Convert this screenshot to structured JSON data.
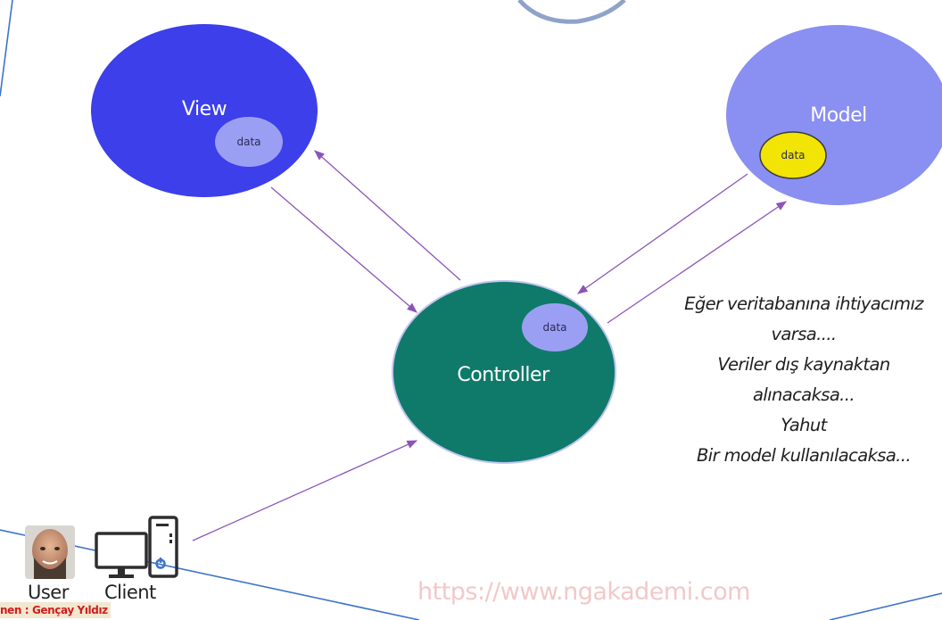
{
  "diagram": {
    "nodes": {
      "view": {
        "label": "View",
        "data_label": "data"
      },
      "model": {
        "label": "Model",
        "data_label": "data"
      },
      "controller": {
        "label": "Controller",
        "data_label": "data"
      }
    }
  },
  "note": {
    "lines": [
      "Eğer veritabanına ihtiyacımız",
      "varsa....",
      "Veriler dış kaynaktan",
      "alınacaksa...",
      "Yahut",
      "Bir model kullanılacaksa..."
    ]
  },
  "actors": {
    "user_label": "User",
    "client_label": "Client"
  },
  "overlay": {
    "presenter": "nen : Gençay Yıldız",
    "watermark": "https://www.ngakademi.com"
  },
  "colors": {
    "view": "#3c3fea",
    "model": "#8a8ff2",
    "controller": "#0f7a6a",
    "data_bubble": "#9b9ff3",
    "model_data": "#f2e404",
    "arrow": "#8c55b8",
    "frame_line": "#3d74c9"
  }
}
